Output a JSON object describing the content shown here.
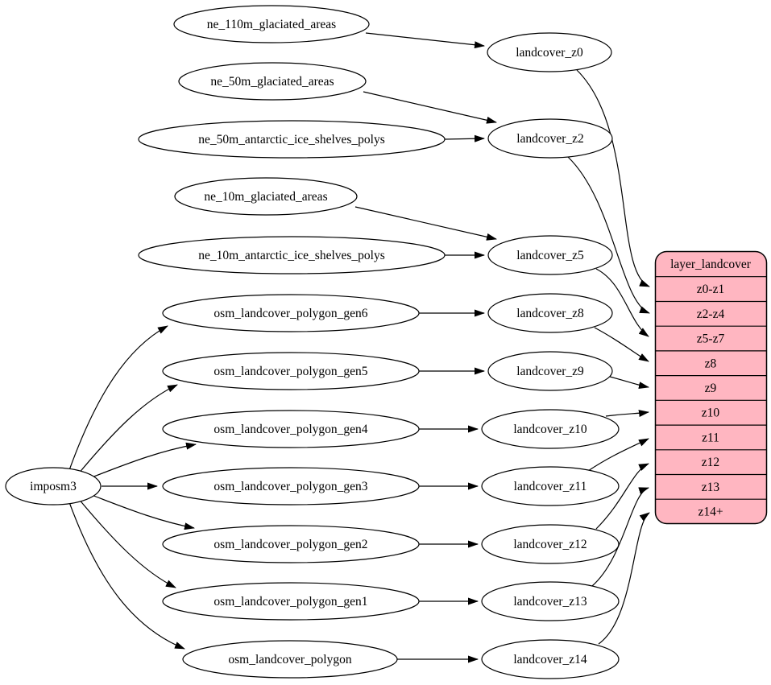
{
  "diagram_type": "graphviz-etl-flow",
  "colors": {
    "layer_fill": "#ffb6c1",
    "node_fill": "#ffffff",
    "stroke": "#000000"
  },
  "importer": "imposm3",
  "sources": [
    "ne_110m_glaciated_areas",
    "ne_50m_glaciated_areas",
    "ne_50m_antarctic_ice_shelves_polys",
    "ne_10m_glaciated_areas",
    "ne_10m_antarctic_ice_shelves_polys",
    "osm_landcover_polygon_gen6",
    "osm_landcover_polygon_gen5",
    "osm_landcover_polygon_gen4",
    "osm_landcover_polygon_gen3",
    "osm_landcover_polygon_gen2",
    "osm_landcover_polygon_gen1",
    "osm_landcover_polygon"
  ],
  "tables": [
    "landcover_z0",
    "landcover_z2",
    "landcover_z5",
    "landcover_z8",
    "landcover_z9",
    "landcover_z10",
    "landcover_z11",
    "landcover_z12",
    "landcover_z13",
    "landcover_z14"
  ],
  "layer": {
    "title": "layer_landcover",
    "rows": [
      "z0-z1",
      "z2-z4",
      "z5-z7",
      "z8",
      "z9",
      "z10",
      "z11",
      "z12",
      "z13",
      "z14+"
    ]
  },
  "edges": [
    {
      "from": "imposm3",
      "to": "osm_landcover_polygon_gen6"
    },
    {
      "from": "imposm3",
      "to": "osm_landcover_polygon_gen5"
    },
    {
      "from": "imposm3",
      "to": "osm_landcover_polygon_gen4"
    },
    {
      "from": "imposm3",
      "to": "osm_landcover_polygon_gen3"
    },
    {
      "from": "imposm3",
      "to": "osm_landcover_polygon_gen2"
    },
    {
      "from": "imposm3",
      "to": "osm_landcover_polygon_gen1"
    },
    {
      "from": "imposm3",
      "to": "osm_landcover_polygon"
    },
    {
      "from": "ne_110m_glaciated_areas",
      "to": "landcover_z0"
    },
    {
      "from": "ne_50m_glaciated_areas",
      "to": "landcover_z2"
    },
    {
      "from": "ne_50m_antarctic_ice_shelves_polys",
      "to": "landcover_z2"
    },
    {
      "from": "ne_10m_glaciated_areas",
      "to": "landcover_z5"
    },
    {
      "from": "ne_10m_antarctic_ice_shelves_polys",
      "to": "landcover_z5"
    },
    {
      "from": "osm_landcover_polygon_gen6",
      "to": "landcover_z8"
    },
    {
      "from": "osm_landcover_polygon_gen5",
      "to": "landcover_z9"
    },
    {
      "from": "osm_landcover_polygon_gen4",
      "to": "landcover_z10"
    },
    {
      "from": "osm_landcover_polygon_gen3",
      "to": "landcover_z11"
    },
    {
      "from": "osm_landcover_polygon_gen2",
      "to": "landcover_z12"
    },
    {
      "from": "osm_landcover_polygon_gen1",
      "to": "landcover_z13"
    },
    {
      "from": "osm_landcover_polygon",
      "to": "landcover_z14"
    },
    {
      "from": "landcover_z0",
      "to": "z0-z1"
    },
    {
      "from": "landcover_z2",
      "to": "z2-z4"
    },
    {
      "from": "landcover_z5",
      "to": "z5-z7"
    },
    {
      "from": "landcover_z8",
      "to": "z8"
    },
    {
      "from": "landcover_z9",
      "to": "z9"
    },
    {
      "from": "landcover_z10",
      "to": "z10"
    },
    {
      "from": "landcover_z11",
      "to": "z11"
    },
    {
      "from": "landcover_z12",
      "to": "z12"
    },
    {
      "from": "landcover_z13",
      "to": "z13"
    },
    {
      "from": "landcover_z14",
      "to": "z14+"
    }
  ]
}
